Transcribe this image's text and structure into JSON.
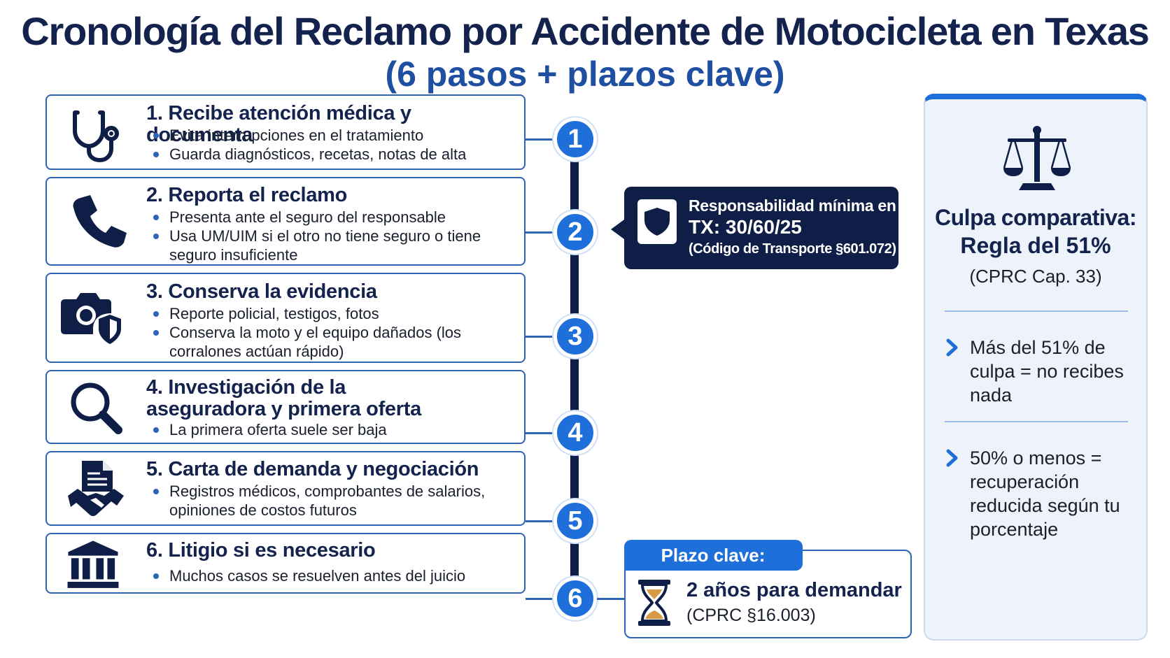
{
  "title": "Cronología del Reclamo por Accidente de Motocicleta en Texas",
  "subtitle": "(6 pasos + plazos clave)",
  "steps": [
    {
      "number": "1",
      "icon": "stethoscope-icon",
      "heading": "1. Recibe atención médica y documenta",
      "bullets": [
        "Evita interrupciones en el tratamiento",
        "Guarda diagnósticos, recetas, notas de alta"
      ]
    },
    {
      "number": "2",
      "icon": "phone-icon",
      "heading": "2. Reporta el reclamo",
      "bullets": [
        "Presenta ante el seguro del responsable",
        "Usa UM/UIM si el otro no tiene seguro o tiene seguro insuficiente"
      ]
    },
    {
      "number": "3",
      "icon": "camera-shield-icon",
      "heading": "3. Conserva la evidencia",
      "bullets": [
        "Reporte policial, testigos, fotos",
        "Conserva la moto y el equipo dañados (los corralones actúan rápido)"
      ]
    },
    {
      "number": "4",
      "icon": "magnifier-icon",
      "heading": "4. Investigación de la aseguradora y primera oferta",
      "bullets": [
        "La primera oferta suele ser baja"
      ]
    },
    {
      "number": "5",
      "icon": "document-handshake-icon",
      "heading": "5. Carta de demanda y negociación",
      "bullets": [
        "Registros médicos, comprobantes de salarios, opiniones de costos futuros"
      ]
    },
    {
      "number": "6",
      "icon": "courthouse-icon",
      "heading": "6. Litigio si es necesario",
      "bullets": [
        "Muchos casos se resuelven antes del juicio"
      ]
    }
  ],
  "liability_callout": {
    "line1": "Responsabilidad mínima en",
    "line2": "TX: 30/60/25",
    "line3": "(Código de Transporte §601.072)",
    "icon": "shield-icon"
  },
  "deadline": {
    "tab": "Plazo clave:",
    "line1": "2 años para demandar",
    "line2": "(CPRC §16.003)",
    "icon": "hourglass-icon"
  },
  "comparative_fault": {
    "icon": "scales-icon",
    "heading_line1": "Culpa comparativa:",
    "heading_line2": "Regla del 51%",
    "citation": "(CPRC Cap. 33)",
    "points": [
      "Más del 51% de culpa = no recibes nada",
      "50% o menos = recuperación reducida según tu porcentaje"
    ]
  },
  "colors": {
    "navy": "#0f1e46",
    "title": "#14234d",
    "accent_blue": "#1e6fd9",
    "border_blue": "#2d64b8",
    "panel_bg": "#eef3fb"
  }
}
